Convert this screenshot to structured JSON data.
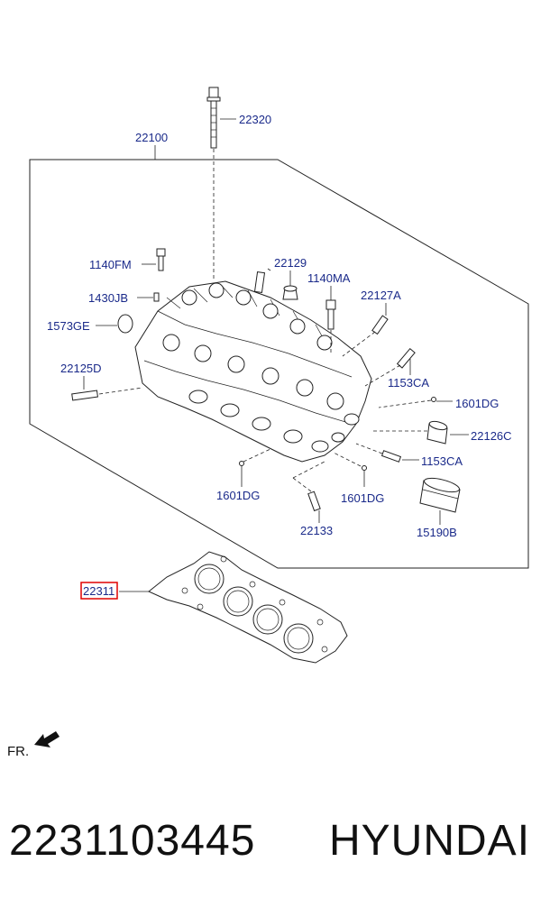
{
  "labels": {
    "22320": "22320",
    "22100": "22100",
    "1140FM": "1140FM",
    "22129": "22129",
    "1140MA": "1140MA",
    "1430JB": "1430JB",
    "22127A": "22127A",
    "1573GE": "1573GE",
    "22125D": "22125D",
    "1153CA_a": "1153CA",
    "1601DG_a": "1601DG",
    "22126C": "22126C",
    "1153CA_b": "1153CA",
    "1601DG_b": "1601DG",
    "1601DG_c": "1601DG",
    "22133": "22133",
    "15190B": "15190B",
    "22311": "22311"
  },
  "highlight_color": "#e00000",
  "label_color": "#1a2a8a",
  "front_marker": "FR.",
  "footer": {
    "part_number": "2231103445",
    "brand": "HYUNDAI"
  }
}
